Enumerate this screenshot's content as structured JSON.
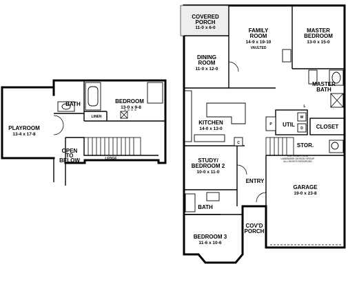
{
  "upper_floor": {
    "playroom": {
      "name": "PLAYROOM",
      "dims": "13-4 x 17-8"
    },
    "bath": {
      "name": "BATH"
    },
    "bedroom": {
      "name": "BEDROOM",
      "dims": "13-0 x 9-8"
    },
    "linen": {
      "name": "LINEN"
    },
    "open_to_below": {
      "line1": "OPEN",
      "line2": "TO",
      "line3": "BELOW"
    },
    "ledge": {
      "name": "LEDGE"
    }
  },
  "main_floor": {
    "covered_porch": {
      "line1": "COVERED",
      "line2": "PORCH",
      "dims": "11-0 x 6-0"
    },
    "family_room": {
      "line1": "FAMILY",
      "line2": "ROOM",
      "dims": "14-9 x 19-10",
      "note": "VAULTED"
    },
    "master_bedroom": {
      "line1": "MASTER",
      "line2": "BEDROOM",
      "dims": "13-0 x 15-0"
    },
    "dining_room": {
      "line1": "DINING",
      "line2": "ROOM",
      "dims": "11-0 x 12-0"
    },
    "master_bath": {
      "line1": "MASTER",
      "line2": "BATH"
    },
    "kitchen": {
      "name": "KITCHEN",
      "dims": "14-0 x 13-0"
    },
    "util": {
      "name": "UTIL"
    },
    "closet": {
      "name": "CLOSET"
    },
    "w": {
      "name": "W"
    },
    "d": {
      "name": "D"
    },
    "l": {
      "name": "L"
    },
    "p": {
      "name": "P"
    },
    "c": {
      "name": "C"
    },
    "stor": {
      "name": "STOR."
    },
    "study": {
      "line1": "STUDY/",
      "line2": "BEDROOM 2",
      "dims": "10-0 x 11-0"
    },
    "copyright": {
      "line1": "COPYRIGHT 2014",
      "line2": "LANDMARK DESIGN GROUP",
      "line3": "ALL RIGHTS RESERVED"
    },
    "entry": {
      "name": "ENTRY"
    },
    "garage": {
      "name": "GARAGE",
      "dims": "19-0 x 23-8"
    },
    "bath": {
      "name": "BATH"
    },
    "covd_porch": {
      "line1": "COV'D",
      "line2": "PORCH"
    },
    "bedroom3": {
      "name": "BEDROOM 3",
      "dims": "11-6 x 10-6"
    }
  }
}
